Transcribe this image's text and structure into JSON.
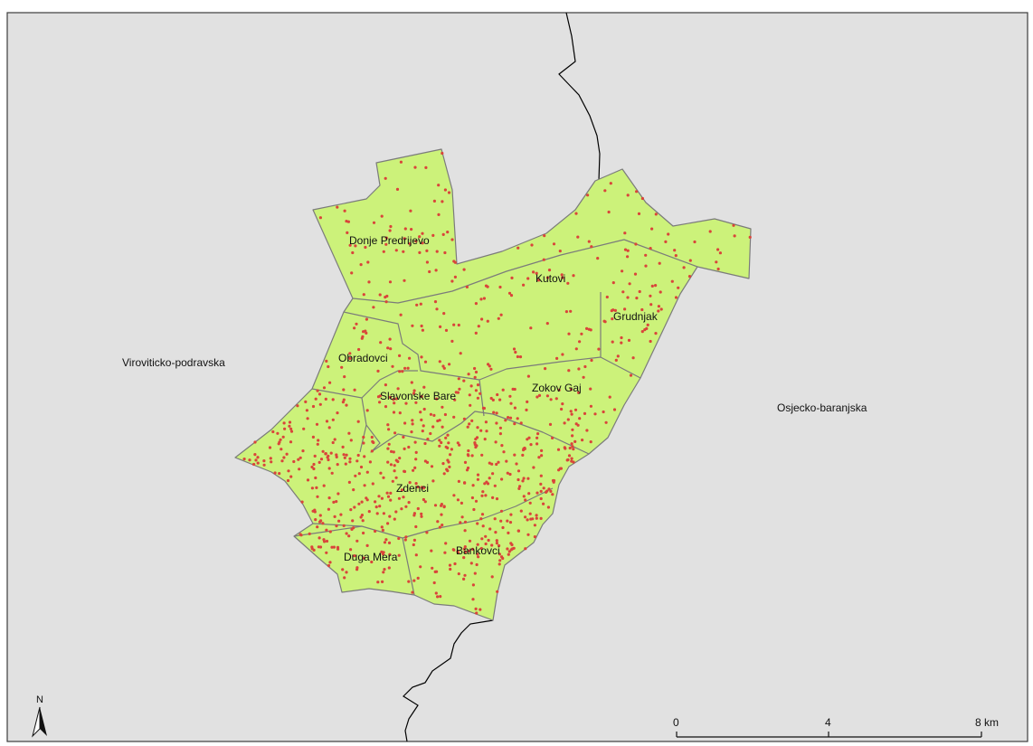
{
  "colors": {
    "background": "#e1e1e1",
    "frame": "#3c3c3c",
    "area_fill": "#ccf27a",
    "area_stroke": "#7b7b7b",
    "county_border": "#000000",
    "point_fill": "#d9453a"
  },
  "regions": {
    "west": "Viroviticko-podravska",
    "east": "Osjecko-baranjska"
  },
  "settlements": [
    {
      "id": "donje-predrijevo",
      "label": "Donje Predrijevo"
    },
    {
      "id": "kutovi",
      "label": "Kutovi"
    },
    {
      "id": "grudnjak",
      "label": "Grudnjak"
    },
    {
      "id": "obradovci",
      "label": "Obradovci"
    },
    {
      "id": "slavonske-bare",
      "label": "Slavonske Bare"
    },
    {
      "id": "zokov-gaj",
      "label": "Zokov Gaj"
    },
    {
      "id": "zdenci",
      "label": "Zdenci"
    },
    {
      "id": "duga-mera",
      "label": "Duga Mera"
    },
    {
      "id": "bankovci",
      "label": "Bankovci"
    }
  ],
  "scale_bar": {
    "ticks": [
      "0",
      "4",
      "8 km"
    ]
  },
  "north_arrow": {
    "label": "N",
    "icon": "north-arrow-icon"
  }
}
